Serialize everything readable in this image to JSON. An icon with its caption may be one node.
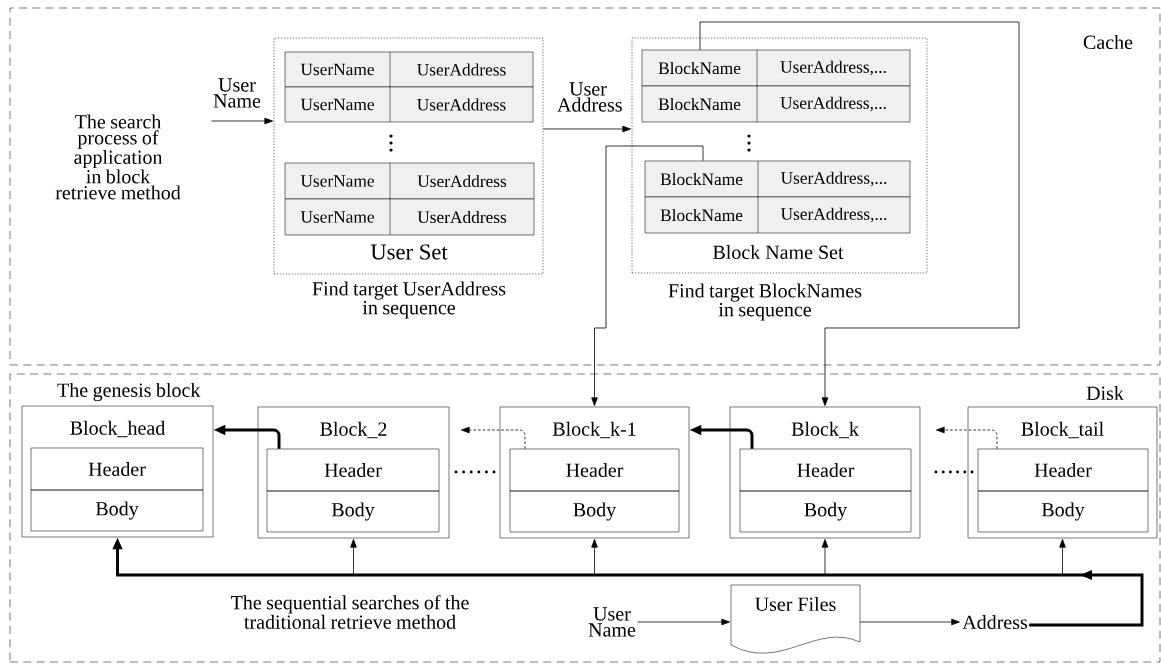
{
  "diagram": {
    "nodes": [
      {
        "text": [
          "Cache"
        ]
      },
      {
        "text": [
          "User Name"
        ],
        "in": 0
      },
      {
        "text": [
          "User Set"
        ],
        "beside": [
          "Find target UserAddress in sequence"
        ],
        "in": 0
      },
      {
        "text": [
          "UserName",
          "UserAddress"
        ],
        "in": 2
      },
      {
        "text": [
          "UserName",
          "UserAddress"
        ],
        "in": 2
      },
      {
        "text": [
          "UserName",
          "UserAddress"
        ],
        "in": 2
      },
      {
        "text": [
          "UserName",
          "UserAddress"
        ],
        "in": 2
      },
      {
        "text": [
          "Block Name Set"
        ],
        "beside": [
          "Find target BlockNames in sequence"
        ],
        "in": 0
      },
      {
        "text": [
          "BlockName",
          "UserAddress,..."
        ],
        "in": 7
      },
      {
        "text": [
          "BlockName",
          "UserAddress,..."
        ],
        "in": 7
      },
      {
        "text": [
          "BlockName",
          "UserAddress,..."
        ],
        "in": 7
      },
      {
        "text": [
          "BlockName",
          "UserAddress,..."
        ],
        "in": 7
      },
      {
        "text": [
          "Disk"
        ]
      },
      {
        "text": [
          "Block_head"
        ],
        "beside": [
          "The genesis block"
        ],
        "in": 12
      },
      {
        "text": [
          "Header"
        ],
        "in": 13
      },
      {
        "text": [
          "Body"
        ],
        "in": 13
      },
      {
        "text": [
          "Block_2"
        ],
        "in": 12
      },
      {
        "text": [
          "Header"
        ],
        "in": 16
      },
      {
        "text": [
          "Body"
        ],
        "in": 16
      },
      {
        "text": [
          "Block_k-1"
        ],
        "in": 12
      },
      {
        "text": [
          "Header"
        ],
        "in": 19
      },
      {
        "text": [
          "Body"
        ],
        "in": 19
      },
      {
        "text": [
          "Block_k"
        ],
        "in": 12
      },
      {
        "text": [
          "Header"
        ],
        "in": 22
      },
      {
        "text": [
          "Body"
        ],
        "in": 22
      },
      {
        "text": [
          "Block_tail"
        ],
        "in": 12
      },
      {
        "text": [
          "Header"
        ],
        "in": 25
      },
      {
        "text": [
          "Body"
        ],
        "in": 25
      },
      {
        "text": [
          "User Name"
        ],
        "in": 12
      },
      {
        "text": [
          "User Files"
        ],
        "in": 12
      },
      {
        "text": [
          "Address"
        ],
        "in": 12
      }
    ],
    "edges": [
      {
        "from": 1,
        "to": 2,
        "arrow": "to"
      },
      {
        "from": 2,
        "to": 7,
        "arrow": "to",
        "label": "User Address"
      },
      {
        "from": 8,
        "to": 22,
        "arrow": "to"
      },
      {
        "from": 10,
        "to": 19,
        "arrow": "to"
      },
      {
        "from": 17,
        "to": 13,
        "arrow": "to",
        "style": "thick"
      },
      {
        "from": 20,
        "to": 16,
        "arrow": "to",
        "style": "dashed"
      },
      {
        "from": 23,
        "to": 19,
        "arrow": "to",
        "style": "thick"
      },
      {
        "from": 26,
        "to": 22,
        "arrow": "to",
        "style": "dashed"
      },
      {
        "from": 28,
        "to": 29,
        "arrow": "to"
      },
      {
        "from": 29,
        "to": 30,
        "arrow": "to"
      },
      {
        "from": 30,
        "to": 13,
        "arrow": "to",
        "style": "thick"
      },
      {
        "from": 30,
        "to": 16,
        "arrow": "to"
      },
      {
        "from": 30,
        "to": 19,
        "arrow": "to"
      },
      {
        "from": 30,
        "to": 22,
        "arrow": "to"
      },
      {
        "from": 30,
        "to": 25,
        "arrow": "to"
      }
    ],
    "labels": [
      "The search process of application in block retrieve method",
      "The sequential searches of the traditional retrieve method"
    ]
  }
}
